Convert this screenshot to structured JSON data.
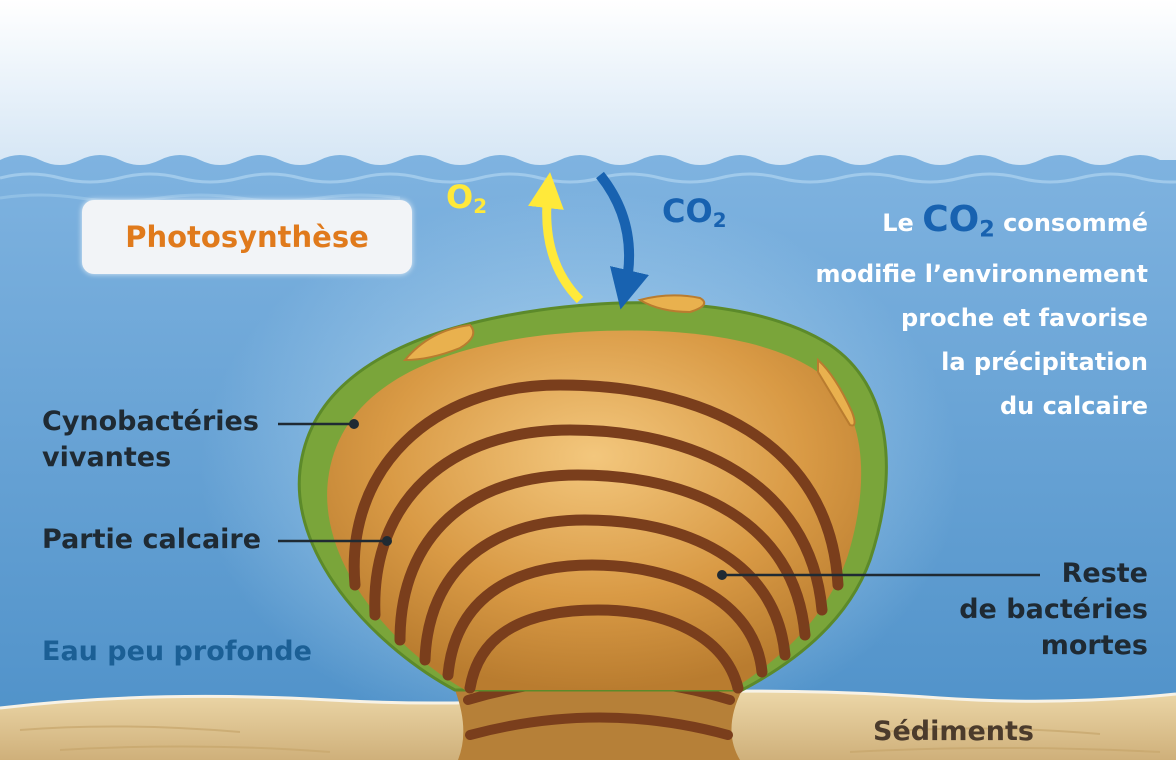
{
  "labels": {
    "photosynthese": "Photosynthèse",
    "o2_main": "O",
    "o2_sub": "2",
    "co2_main": "CO",
    "co2_sub": "2",
    "co2_note": {
      "prefix": "Le ",
      "co2_main": "CO",
      "co2_sub": "2",
      "line1_rest": " consommé",
      "line2": "modifie l’environnement",
      "line3": "proche et favorise",
      "line4": "la précipitation",
      "line5": "du calcaire"
    },
    "cyanobacteries_line1": "Cynobactéries",
    "cyanobacteries_line2": "vivantes",
    "partie_calcaire": "Partie calcaire",
    "reste_line1": "Reste",
    "reste_line2": "de bactéries",
    "reste_line3": "mortes",
    "eau": "Eau peu profonde",
    "sediments": "Sédiments"
  },
  "colors": {
    "water": "#5fa0d4",
    "sky": "#e8f2fb",
    "sediment": "#dcc08a",
    "cyanobacteria": "#7aa53a",
    "calcareous": "#c98b3b",
    "dead_bacteria_bands": "#7a3e1c",
    "o2_arrow": "#ffe93a",
    "co2_arrow": "#1862b0",
    "photosynthese_text": "#e07a1c"
  }
}
